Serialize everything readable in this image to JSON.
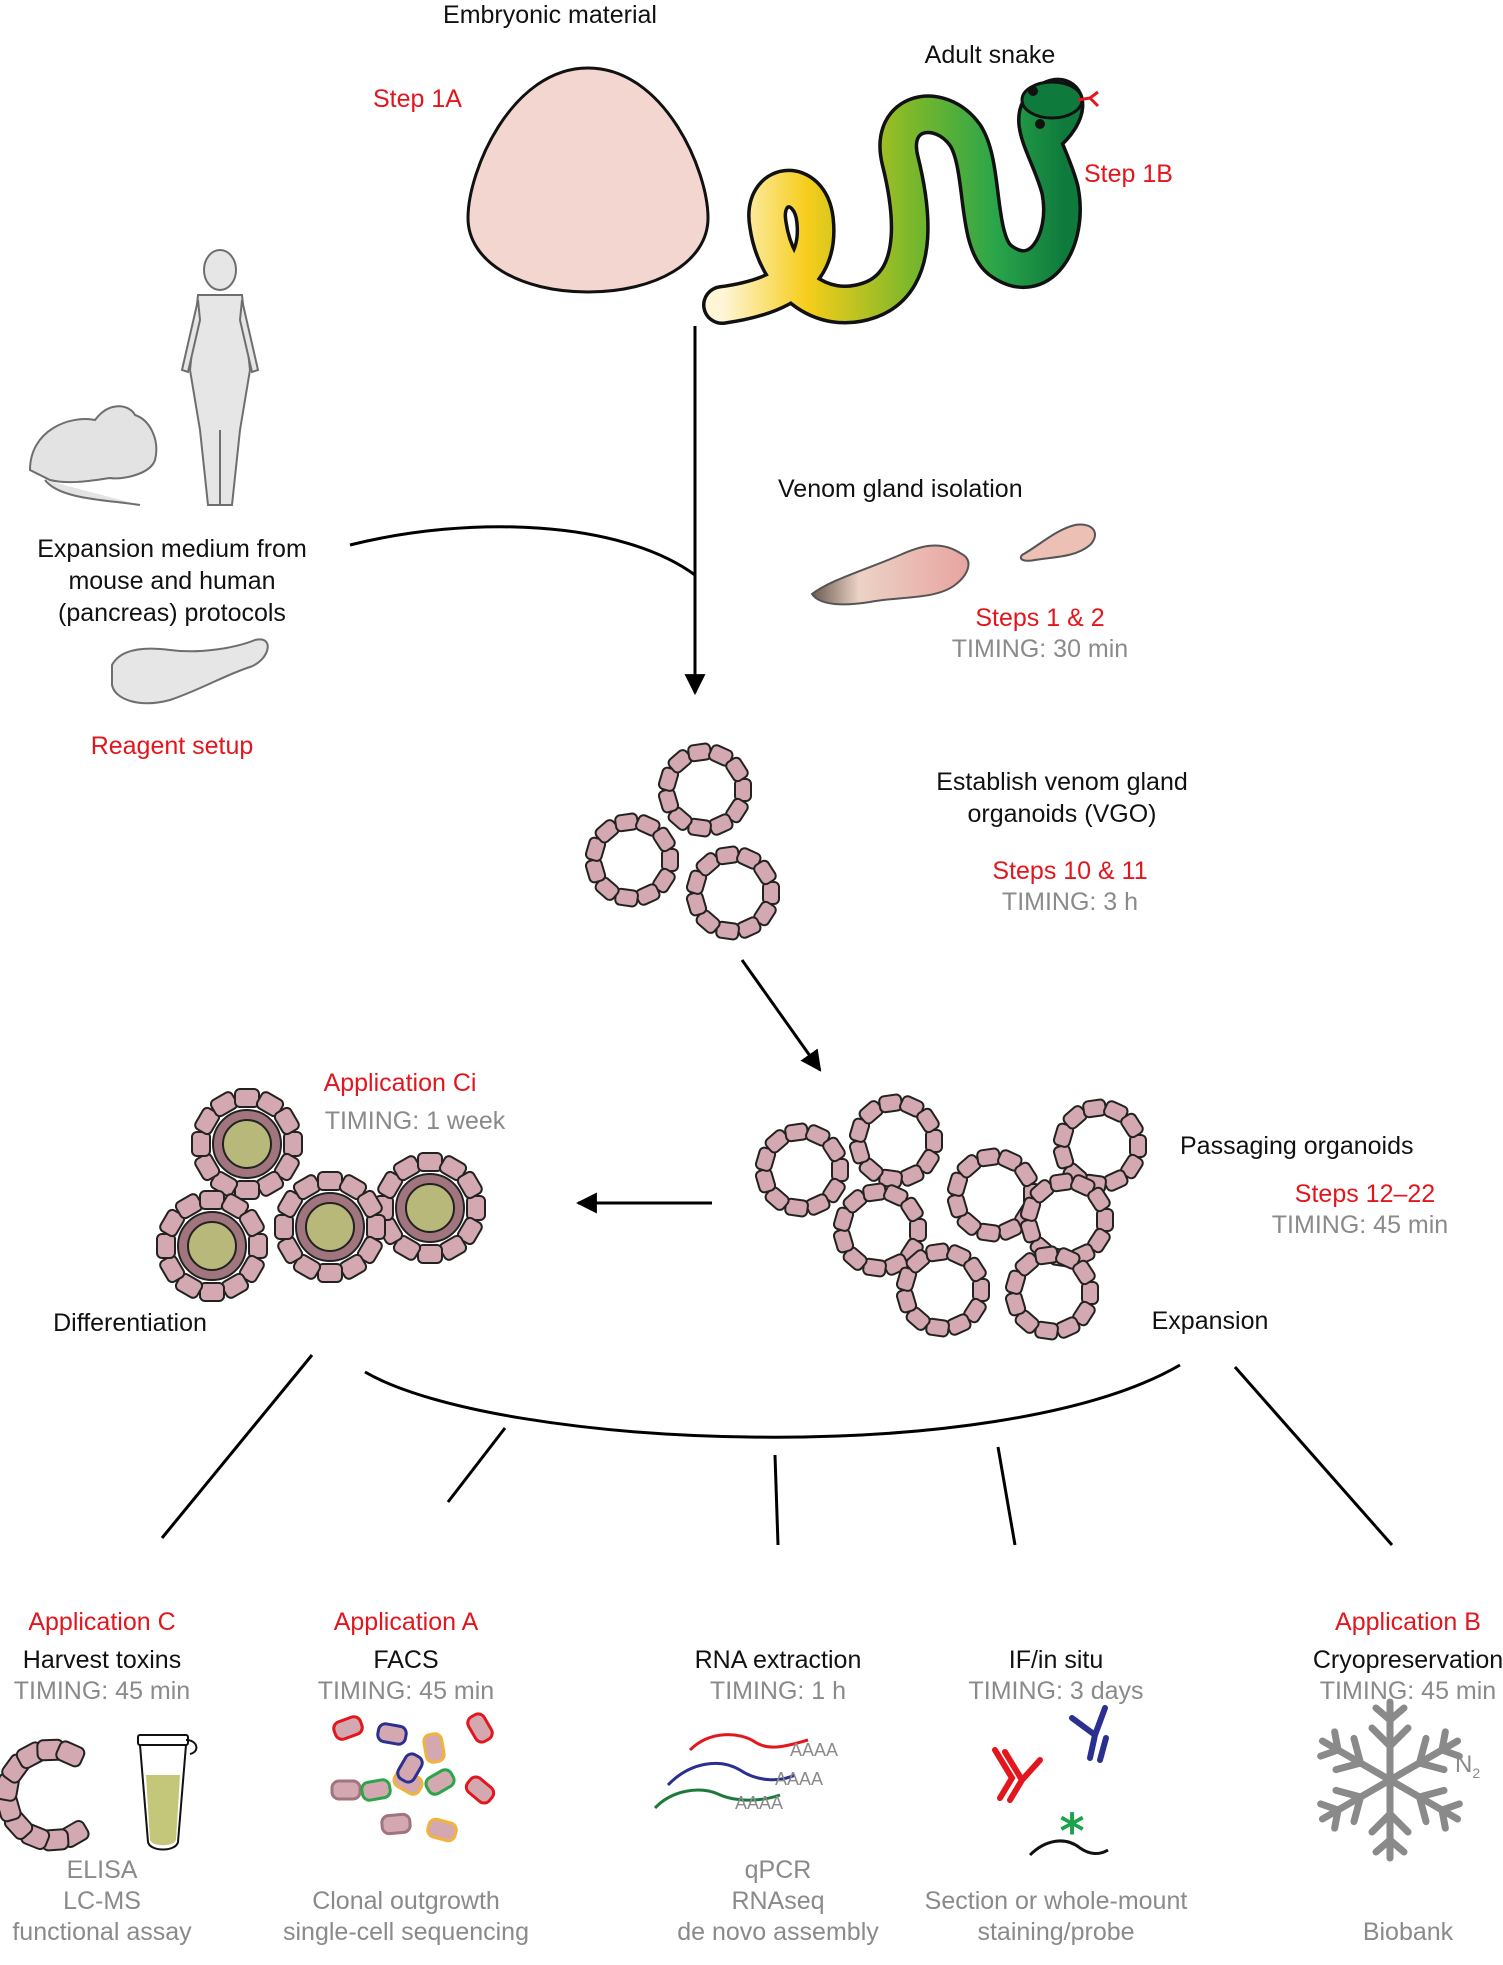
{
  "top": {
    "embryonic_label": "Embryonic material",
    "step_1a": "Step 1A",
    "adult_snake_label": "Adult snake",
    "step_1b": "Step 1B"
  },
  "medium": {
    "text_lines": [
      "Expansion medium from",
      "mouse and human",
      "(pancreas) protocols"
    ],
    "reagent_setup": "Reagent setup"
  },
  "isolation": {
    "title": "Venom gland isolation",
    "steps": "Steps 1 & 2",
    "timing": "TIMING: 30 min"
  },
  "establish": {
    "title_lines": [
      "Establish venom gland",
      "organoids (VGO)"
    ],
    "steps": "Steps 10 & 11",
    "timing": "TIMING: 3 h"
  },
  "passaging": {
    "title": "Passaging organoids",
    "steps": "Steps 12–22",
    "timing": "TIMING: 45 min",
    "expansion_label": "Expansion"
  },
  "differentiation": {
    "application": "Application Ci",
    "timing": "TIMING: 1 week",
    "label": "Differentiation"
  },
  "applications": [
    {
      "tag": "Application C",
      "title": "Harvest toxins",
      "timing": "TIMING: 45 min",
      "outputs": [
        "ELISA",
        "LC-MS",
        "functional assay"
      ]
    },
    {
      "tag": "Application A",
      "title": "FACS",
      "timing": "TIMING: 45 min",
      "outputs": [
        "Clonal outgrowth",
        "single-cell sequencing"
      ]
    },
    {
      "tag": "",
      "title": "RNA extraction",
      "timing": "TIMING: 1 h",
      "outputs": [
        "qPCR",
        "RNAseq",
        "de novo assembly"
      ]
    },
    {
      "tag": "",
      "title": "IF/in situ",
      "timing": "TIMING: 3 days",
      "outputs": [
        "Section or whole-mount",
        "staining/probe"
      ]
    },
    {
      "tag": "Application B",
      "title": "Cryopreservation",
      "timing": "TIMING: 45 min",
      "outputs": [
        "Biobank"
      ]
    }
  ],
  "rna_polya": [
    "AAAA",
    "AAAA",
    "AAAA"
  ],
  "n2_label": "N",
  "n2_subscript": "2",
  "colors": {
    "accent_red": "#e3161e",
    "timing_grey": "#8a8a8a",
    "cell_fill": "#d4a8b0",
    "lumen_fill": "#b8b87a",
    "egg_fill": "#f3d6cf"
  }
}
